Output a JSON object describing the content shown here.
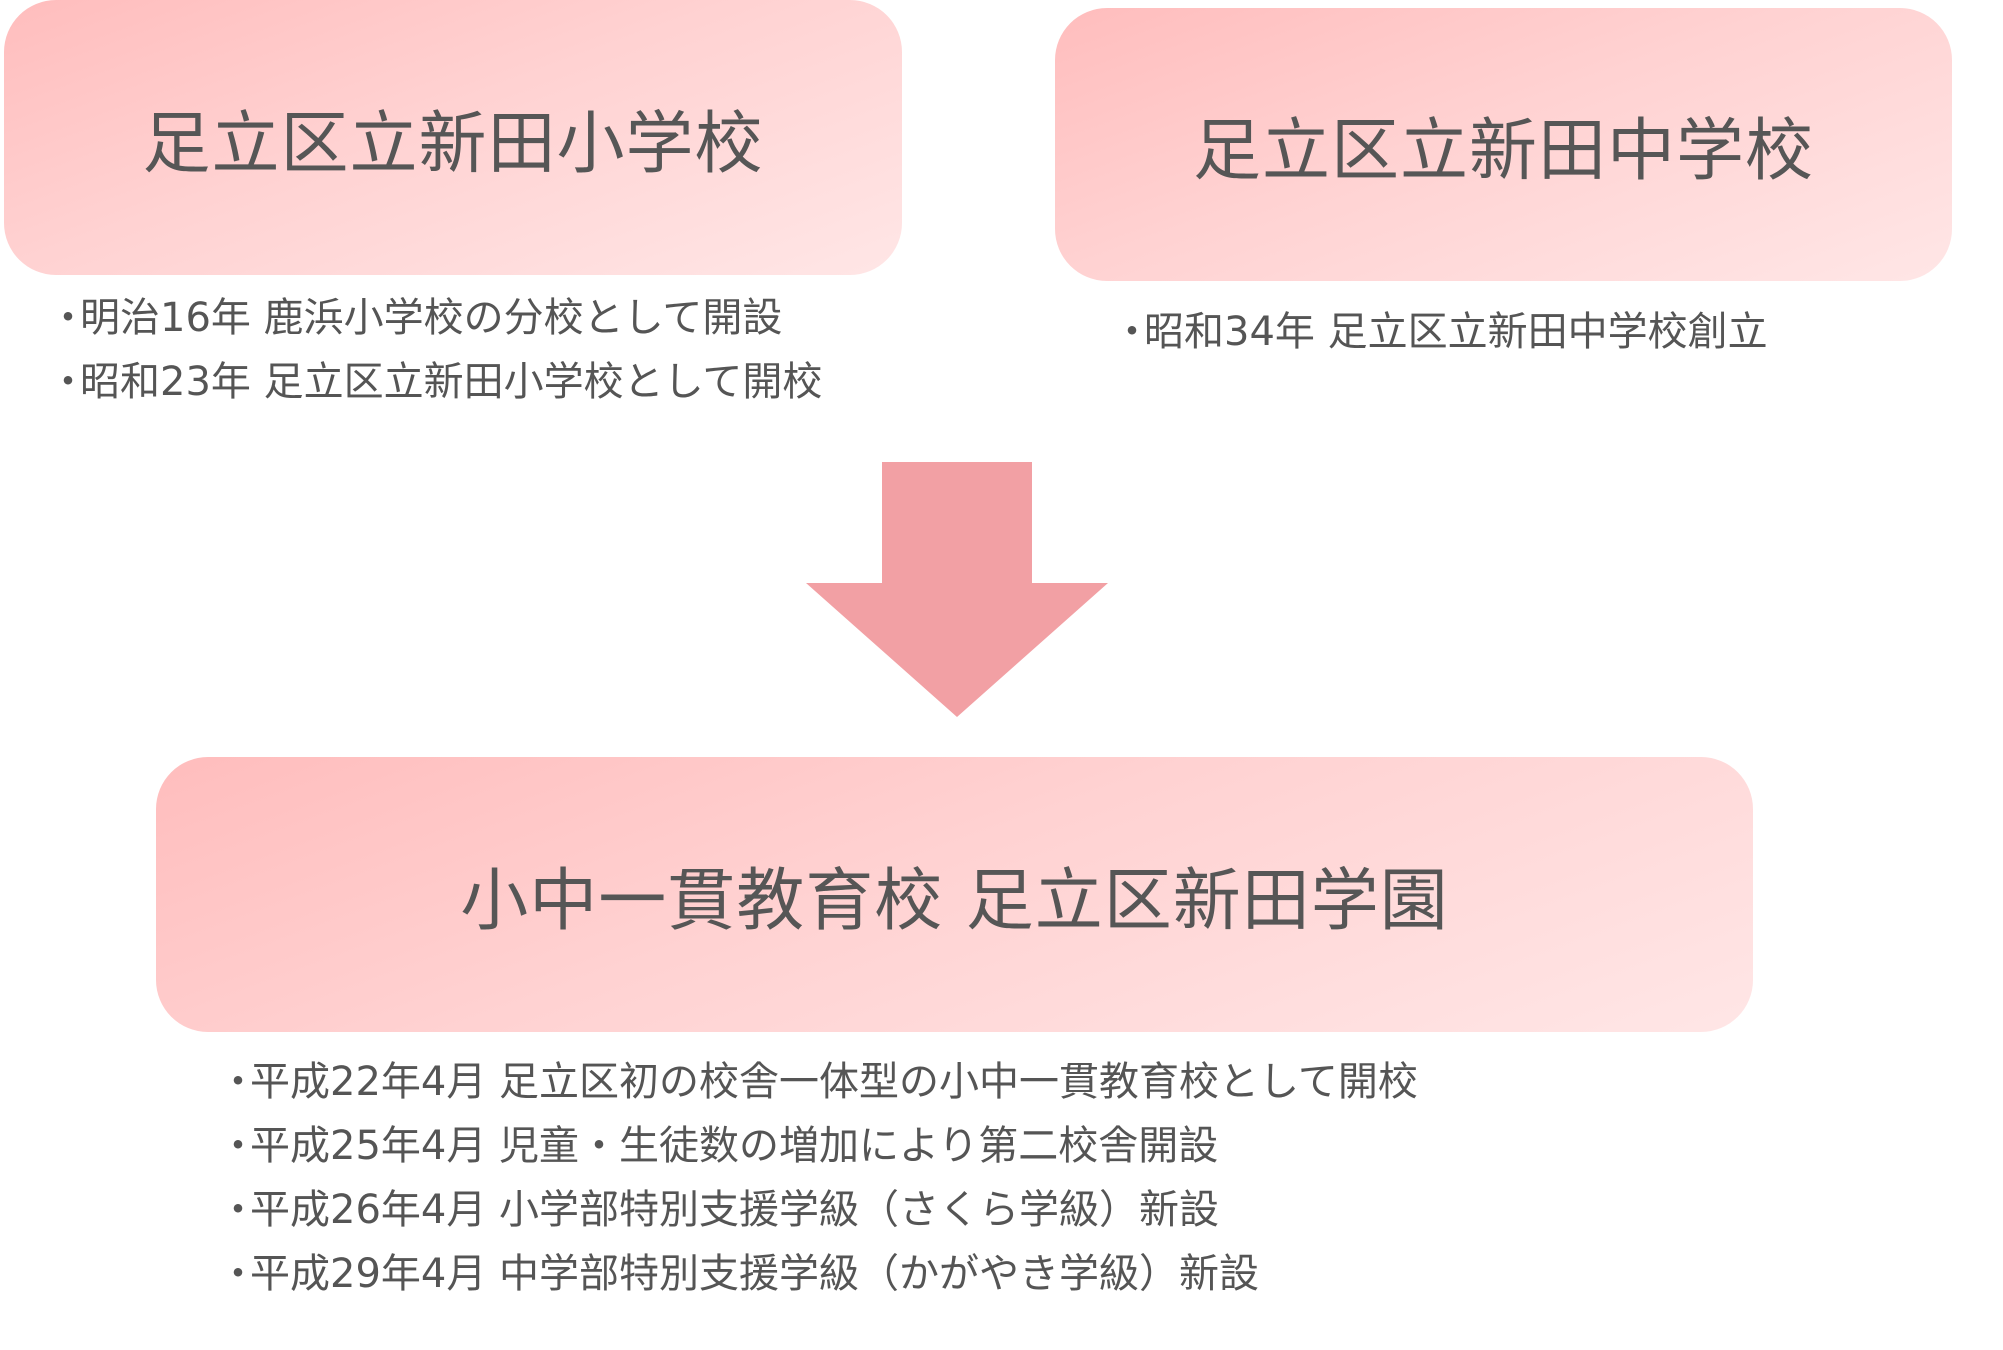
{
  "elementary": {
    "title": "足立区立新田小学校",
    "history": [
      "明治16年 鹿浜小学校の分校として開設",
      "昭和23年 足立区立新田小学校として開校"
    ]
  },
  "junior_high": {
    "title": "足立区立新田中学校",
    "history": [
      "昭和34年 足立区立新田中学校創立"
    ]
  },
  "unified": {
    "title": "小中一貫教育校 足立区新田学園",
    "history": [
      "平成22年4月 足立区初の校舎一体型の小中一貫教育校として開校",
      "平成25年4月 児童・生徒数の増加により第二校舎開設",
      "平成26年4月 小学部特別支援学級（さくら学級）新設",
      "平成29年4月 中学部特別支援学級（かがやき学級）新設"
    ]
  },
  "bullet": "・",
  "colors": {
    "box_gradient_start": "#ffbdbd",
    "box_gradient_end": "#ffe6e6",
    "arrow": "#f2a0a4",
    "text": "#555555"
  },
  "icons": {
    "merge_arrow": "down-arrow-icon"
  }
}
